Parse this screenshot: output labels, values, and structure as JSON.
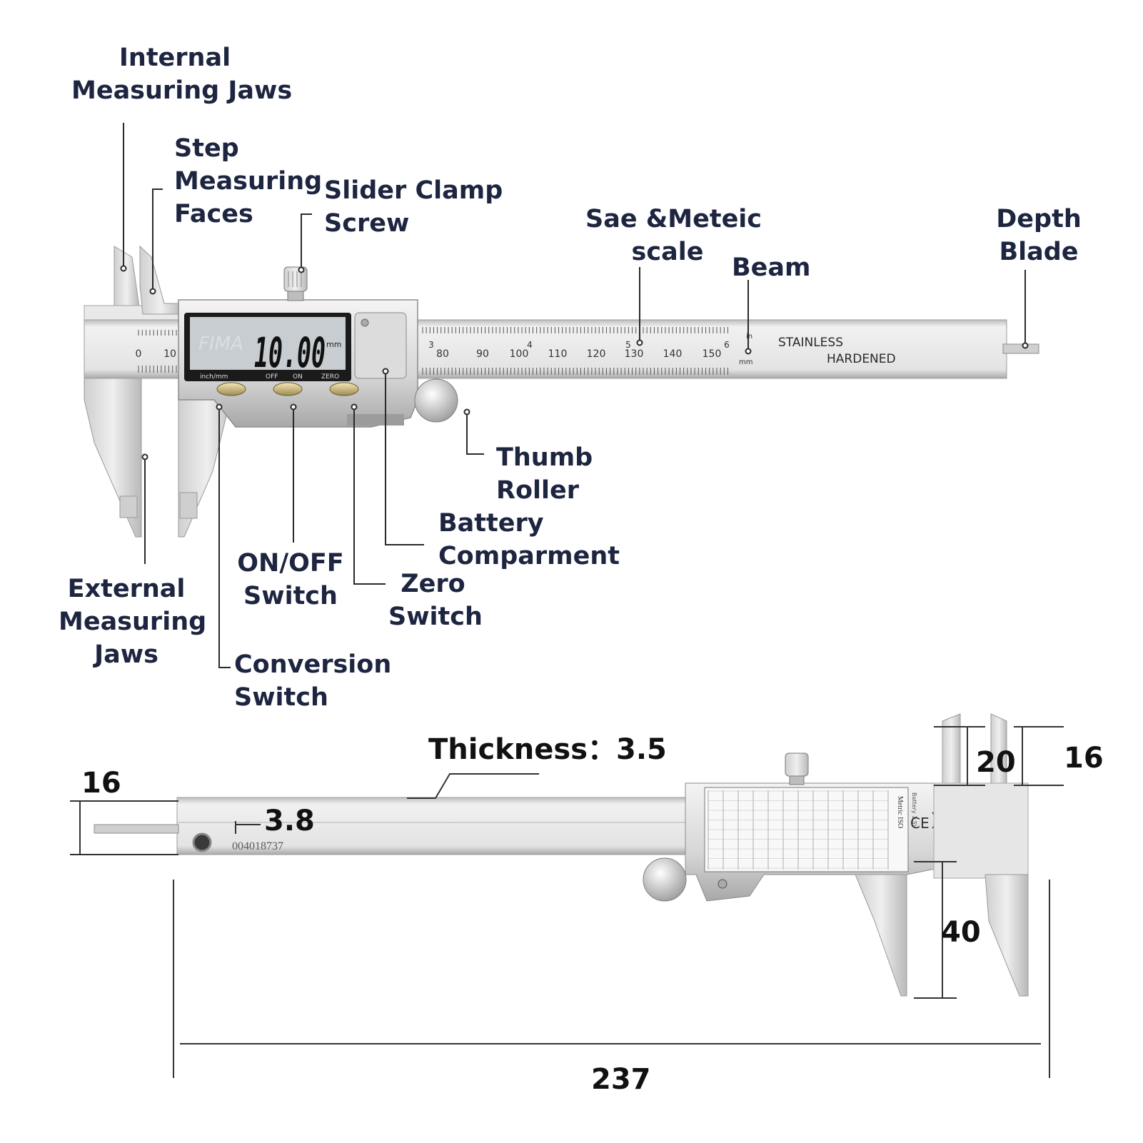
{
  "colors": {
    "label_text": "#1d2540",
    "leader_line": "#2a2a2a",
    "steel_light": "#e8e8e8",
    "steel_mid": "#c9c9c9",
    "steel_dark": "#9a9a9a",
    "lcd_bg": "#c7cdd1",
    "lcd_frame": "#1b1b1b",
    "lcd_digits": "#111111"
  },
  "labels": {
    "internal_jaws": [
      "Internal",
      "Measuring Jaws"
    ],
    "step_faces": [
      "Step",
      "Measuring",
      "Faces"
    ],
    "slider_clamp": [
      "Slider Clamp",
      "Screw"
    ],
    "sae_metric": [
      "Sae &Meteic",
      "scale"
    ],
    "beam": "Beam",
    "depth_blade": [
      "Depth",
      "Blade"
    ],
    "thumb_roller": [
      "Thumb",
      "Roller"
    ],
    "battery": [
      "Battery",
      "Comparment"
    ],
    "zero_switch": [
      "Zero",
      "Switch"
    ],
    "on_off_switch": [
      "ON/OFF",
      "Switch"
    ],
    "external_jaws": [
      "External",
      "Measuring",
      "Jaws"
    ],
    "conversion_switch": [
      "Conversion",
      "Switch"
    ]
  },
  "caliper": {
    "display_value": "10.00",
    "display_unit": "mm",
    "brand_watermark": "FIMA",
    "button_labels": [
      "inch/mm",
      "OFF",
      "ON",
      "ZERO"
    ],
    "beam_text": [
      "STAINLESS",
      "HARDENED"
    ],
    "unit_in": "in",
    "unit_mm": "mm",
    "mm_scale_labels": [
      "0",
      "10",
      "80",
      "90",
      "100",
      "110",
      "120",
      "130",
      "140",
      "150"
    ],
    "inch_scale_labels": [
      "3",
      "4",
      "5",
      "6"
    ],
    "serial": "004018737",
    "back_label_title": "Metric ISO",
    "back_label_battery": "Battery 1.5V",
    "back_marks": "CE"
  },
  "dimensions": {
    "thickness": "Thickness：3.5",
    "depth_blade_height": "16",
    "blade_thickness": "3.8",
    "internal_jaw_height": "20",
    "step_height": "16",
    "external_jaw_length": "40",
    "total_length": "237"
  }
}
